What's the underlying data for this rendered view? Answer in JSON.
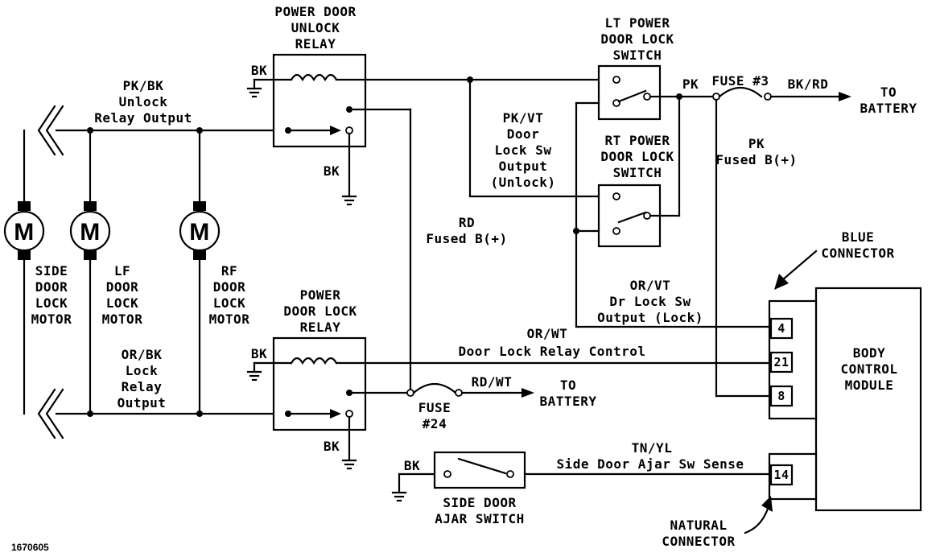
{
  "figure_id": "1670605",
  "relays": {
    "unlock": {
      "title": [
        "POWER DOOR",
        "UNLOCK",
        "RELAY"
      ],
      "ground_top": "BK",
      "ground_bottom": "BK"
    },
    "lock": {
      "title": [
        "POWER",
        "DOOR LOCK",
        "RELAY"
      ],
      "ground_top": "BK",
      "ground_bottom": "BK"
    }
  },
  "switches": {
    "lt": [
      "LT POWER",
      "DOOR LOCK",
      "SWITCH"
    ],
    "rt": [
      "RT POWER",
      "DOOR LOCK",
      "SWITCH"
    ],
    "ajar": {
      "title": [
        "SIDE DOOR",
        "AJAR SWITCH"
      ],
      "ground": "BK"
    }
  },
  "motors": {
    "symbol": "M",
    "side": [
      "SIDE",
      "DOOR",
      "LOCK",
      "MOTOR"
    ],
    "lf": [
      "LF",
      "DOOR",
      "LOCK",
      "MOTOR"
    ],
    "rf": [
      "RF",
      "DOOR",
      "LOCK",
      "MOTOR"
    ]
  },
  "wires": {
    "unlock_out": [
      "PK/BK",
      "Unlock",
      "Relay Output"
    ],
    "lock_out": [
      "OR/BK",
      "Lock",
      "Relay",
      "Output"
    ],
    "sw_unlock": [
      "PK/VT",
      "Door",
      "Lock Sw",
      "Output",
      "(Unlock)"
    ],
    "rd_fused": [
      "RD",
      "Fused B(+)"
    ],
    "pk": "PK",
    "pk_fused": [
      "PK",
      "Fused B(+)"
    ],
    "bk_rd": "BK/RD",
    "or_vt": [
      "OR/VT",
      "Dr Lock Sw",
      "Output (Lock)"
    ],
    "or_wt": [
      "OR/WT",
      "Door Lock Relay Control"
    ],
    "rd_wt": "RD/WT",
    "tn_yl": [
      "TN/YL",
      "Side Door Ajar Sw Sense"
    ]
  },
  "fuses": {
    "f3": "FUSE #3",
    "f24": [
      "FUSE",
      "#24"
    ]
  },
  "battery": [
    "TO",
    "BATTERY"
  ],
  "connectors": {
    "blue": [
      "BLUE",
      "CONNECTOR"
    ],
    "natural": [
      "NATURAL",
      "CONNECTOR"
    ],
    "pins": [
      "4",
      "21",
      "8",
      "14"
    ]
  },
  "bcm": [
    "BODY",
    "CONTROL",
    "MODULE"
  ]
}
